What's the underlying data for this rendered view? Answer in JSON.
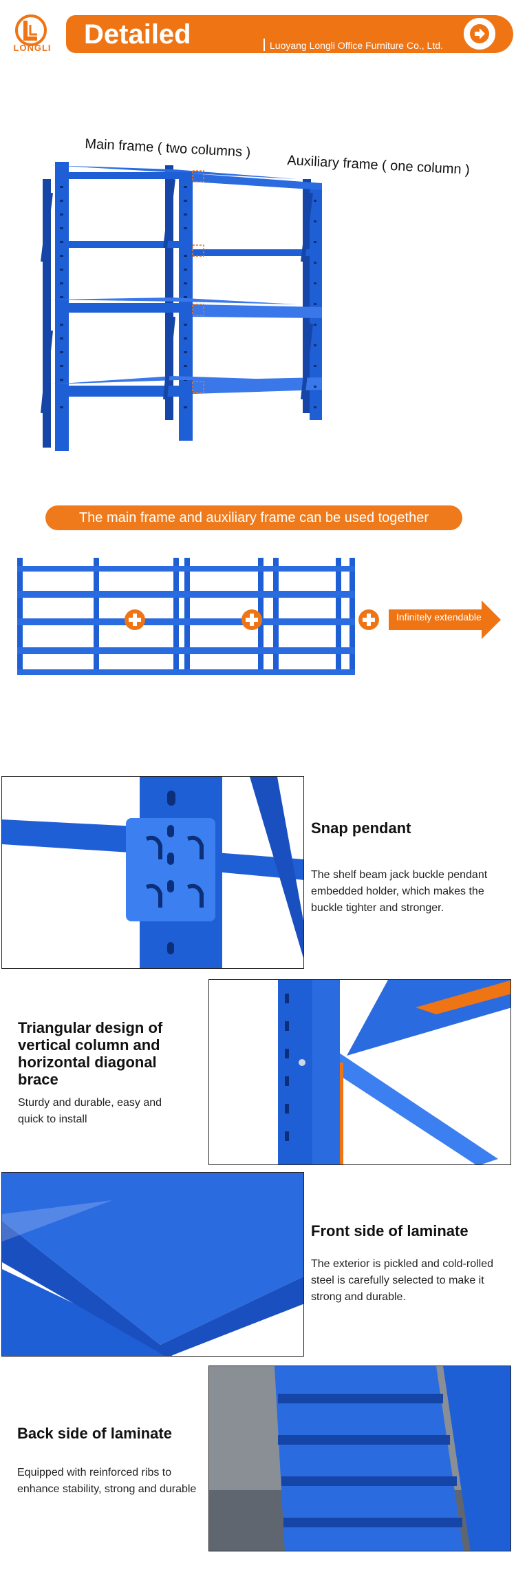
{
  "header": {
    "brand": "LONGLI",
    "title": "Detailed",
    "company": "Luoyang Longli Office Furniture Co., Ltd."
  },
  "shelf_labels": {
    "main_frame": "Main frame ( two columns )",
    "aux_frame": "Auxiliary frame ( one column )"
  },
  "combo_caption": "The main frame and auxiliary frame can be used together",
  "extendable_label": "Infinitely extendable",
  "features": [
    {
      "title": "Snap pendant",
      "desc": "The shelf beam jack buckle pendant embedded holder, which makes the buckle tighter and stronger."
    },
    {
      "title": "Triangular design of vertical column and horizontal diagonal brace",
      "desc": "Sturdy and durable, easy and quick to install"
    },
    {
      "title": "Front side of laminate",
      "desc": "The exterior is pickled and cold-rolled steel is carefully selected to make it strong and durable."
    },
    {
      "title": "Back side of laminate",
      "desc": "Equipped with reinforced ribs to enhance stability, strong and durable"
    }
  ],
  "colors": {
    "accent_orange": "#ef7414",
    "shelf_blue": "#1f5fd6",
    "shelf_blue_dark": "#1645a8"
  }
}
